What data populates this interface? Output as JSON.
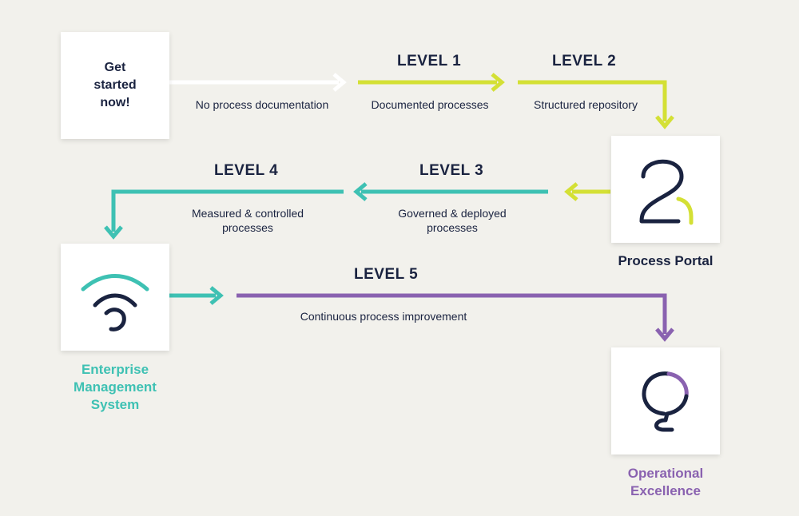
{
  "colors": {
    "background": "#f2f1ec",
    "dark": "#1a2340",
    "white_arrow": "#ffffff",
    "yellow_green": "#d4e035",
    "teal": "#3ec1b3",
    "purple": "#8a62b0"
  },
  "start": {
    "label": "Get\nstarted\nnow!",
    "arrow_text": "No process documentation"
  },
  "levels": [
    {
      "title": "LEVEL 1",
      "description": "Documented processes"
    },
    {
      "title": "LEVEL 2",
      "description": "Structured repository"
    },
    {
      "title": "LEVEL 3",
      "description": "Governed & deployed\nprocesses"
    },
    {
      "title": "LEVEL 4",
      "description": "Measured & controlled\nprocesses"
    },
    {
      "title": "LEVEL 5",
      "description": "Continuous process improvement"
    }
  ],
  "nodes": {
    "process_portal": {
      "caption": "Process Portal",
      "icon": "person-2-icon"
    },
    "enterprise_management_system": {
      "caption": "Enterprise\nManagement\nSystem",
      "icon": "signal-icon"
    },
    "operational_excellence": {
      "caption": "Operational\nExcellence",
      "icon": "lightbulb-icon"
    }
  }
}
